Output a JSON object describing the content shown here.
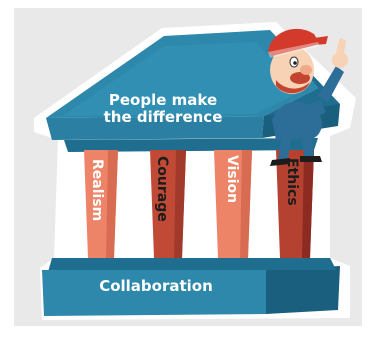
{
  "diagram": {
    "roof_text": "People make\nthe difference",
    "base_text": "Collaboration",
    "pillars": [
      "Realism",
      "Courage",
      "Vision",
      "Ethics"
    ],
    "colors": {
      "background_card": "#e9e9e9",
      "blue": "#2d88ab",
      "blue_dark": "#1f6e8f",
      "salmon": "#ee8467",
      "salmon_dark": "#d0543e",
      "red_dark": "#8d2a22"
    },
    "mascot_icon": "cartoon-character-icon"
  }
}
